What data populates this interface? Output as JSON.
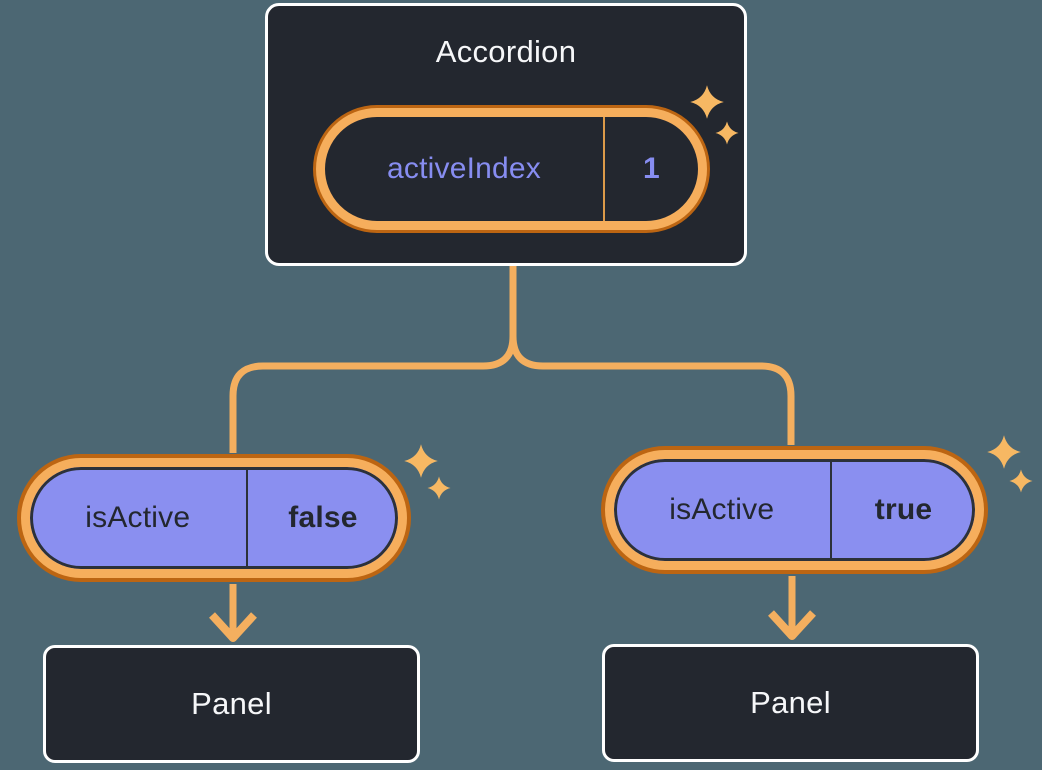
{
  "diagram": {
    "accordion": {
      "title": "Accordion",
      "pill": {
        "key": "activeIndex",
        "value": "1"
      }
    },
    "left_branch": {
      "pill": {
        "key": "isActive",
        "value": "false"
      },
      "panel": {
        "label": "Panel"
      }
    },
    "right_branch": {
      "pill": {
        "key": "isActive",
        "value": "true"
      },
      "panel": {
        "label": "Panel"
      }
    },
    "icons": {
      "sparkles": "sparkle-icon (four-point star, appears beside each state pill)",
      "arrow_down": "arrow-down-icon (orange arrow from pill to panel)"
    },
    "colors": {
      "background": "#4C6773",
      "card_bg": "#23272F",
      "card_border": "#FFFFFF",
      "ring_light": "#F6AE5C",
      "ring_dark": "#BC6512",
      "connector": "#F4AF5F",
      "sparkle": "#F7B863",
      "purple_fill": "#8A8FF0",
      "purple_text": "#878DF1",
      "dark_text": "#23272F",
      "white_text": "#F6F7F9",
      "navy_line": "#2C313A",
      "divider_orange": "#DB9A49"
    }
  }
}
